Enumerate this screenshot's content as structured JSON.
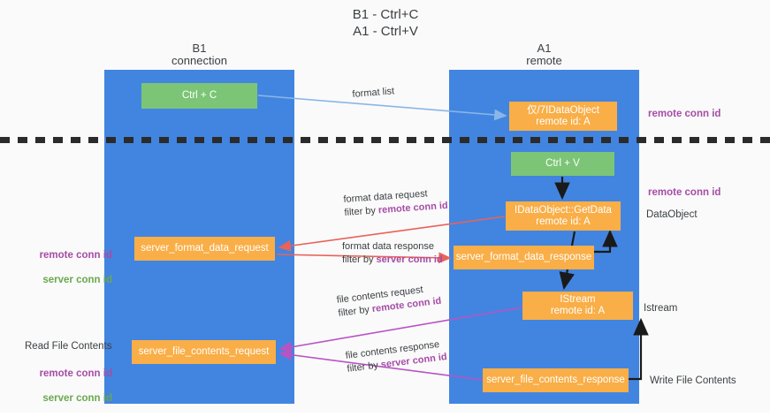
{
  "title": "B1 - Ctrl+C\nA1 - Ctrl+V",
  "lanes": [
    {
      "id": "b1",
      "label": "B1\nconnection"
    },
    {
      "id": "a1",
      "label": "A1\nremote"
    }
  ],
  "nodes": {
    "ctrl_c": "Ctrl + C",
    "idataobject": "仅/7IDataObject\nremote id: A",
    "ctrl_v": "Ctrl + V",
    "getdata": "IDataObject::GetData\nremote id: A",
    "server_format_data_request": "server_format_data_request",
    "server_format_data_response": "server_format_data_response",
    "istream": "IStream\nremote id: A",
    "server_file_contents_request": "server_file_contents_request",
    "server_file_contents_response": "server_file_contents_response"
  },
  "edges": {
    "format_list": "format list",
    "format_data_request": "format data request",
    "format_data_request_filter_prefix": "filter by ",
    "format_data_request_filter_key": "remote conn id",
    "format_data_response": "format data response",
    "format_data_response_filter_prefix": "filter by ",
    "format_data_response_filter_key": "server conn id",
    "file_contents_request": "file contents request",
    "file_contents_request_filter_prefix": "filter by ",
    "file_contents_request_filter_key": "remote conn id",
    "file_contents_response": "file contents response",
    "file_contents_response_filter_prefix": "filter by ",
    "file_contents_response_filter_key": "server conn id"
  },
  "annotations": {
    "right_remote_conn_id_top": "remote conn id",
    "right_remote_conn_id_mid": "remote conn id",
    "right_dataobject": "DataObject",
    "right_istream": "Istream",
    "right_write_file_contents": "Write File Contents",
    "left_remote_conn_id": "remote conn id",
    "left_server_conn_id": "server conn id",
    "left_read_file_contents": "Read File Contents",
    "left_remote_conn_id_2": "remote conn id",
    "left_server_conn_id_2": "server conn id"
  },
  "colors": {
    "lane": "#4285e0",
    "green_node": "#7cc576",
    "orange_node": "#f9ae47",
    "purple_text": "#a64ca6",
    "green_text": "#6aa84f",
    "blue_arrow": "#8ab6e8",
    "red_arrow": "#e8635a",
    "magenta_arrow": "#b754c4",
    "black_arrow": "#1a1a1a",
    "divider": "#2b2b2b"
  }
}
